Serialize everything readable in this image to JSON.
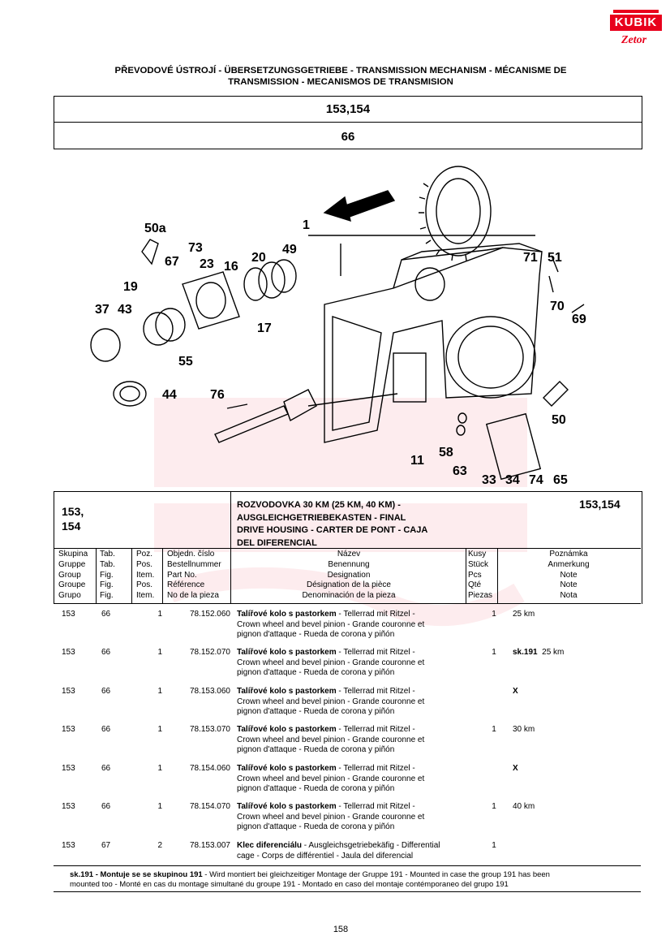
{
  "logo": {
    "brand": "KUBIK",
    "sub": "Zetor"
  },
  "header": {
    "title_line1": "PŘEVODOVÉ ÚSTROJÍ - ÜBERSETZUNGSGETRIEBE - TRANSMISSION MECHANISM - MÉCANISME DE",
    "title_line2": "TRANSMISSION - MECANISMOS DE TRANSMISION"
  },
  "model_box": {
    "models": "153,154",
    "figure": "66"
  },
  "diagram": {
    "positions": [
      "1",
      "50a",
      "73",
      "67",
      "23",
      "16",
      "20",
      "49",
      "19",
      "37",
      "43",
      "17",
      "55",
      "44",
      "76",
      "71",
      "51",
      "70",
      "69",
      "50",
      "58",
      "63",
      "11",
      "33",
      "34",
      "74",
      "65"
    ]
  },
  "group": {
    "code_line1": "153,",
    "code_line2": "154",
    "code_right": "153,154",
    "title_lines": [
      "ROZVODOVKA 30 KM (25 KM, 40 KM) -",
      "AUSGLEICHGETRIEBEKASTEN - FINAL",
      "DRIVE HOUSING - CARTER DE PONT - CAJA",
      "DEL DIFERENCIAL"
    ]
  },
  "columns": {
    "group": [
      "Skupina",
      "Gruppe",
      "Group",
      "Groupe",
      "Grupo"
    ],
    "tab": [
      "Tab.",
      "Tab.",
      "Fig.",
      "Fig.",
      "Fig."
    ],
    "pos": [
      "Poz.",
      "Pos.",
      "Item.",
      "Pos.",
      "Item."
    ],
    "part_no": [
      "Objedn. číslo",
      "Bestellnummer",
      "Part No.",
      "Référence",
      "No de la pieza"
    ],
    "designation": [
      "Název",
      "Benennung",
      "Designation",
      "Désignation de la pièce",
      "Denominación de la pieza"
    ],
    "pcs": [
      "Kusy",
      "Stück",
      "Pcs",
      "Qté",
      "Piezas"
    ],
    "note": [
      "Poznámka",
      "Anmerkung",
      "Note",
      "Note",
      "Nota"
    ]
  },
  "parts": [
    {
      "group": "153",
      "tab": "66",
      "pos": "1",
      "part_no": "78.152.060",
      "name_cz": "Talířové kolo s pastorkem",
      "desc_rest": " - Tellerrad mit Ritzel -",
      "desc_line2": "Crown wheel and bevel pinion - Grande couronne et",
      "desc_line3": "pignon d'attaque - Rueda de corona y piñón",
      "pcs": "1",
      "note": "25 km"
    },
    {
      "group": "153",
      "tab": "66",
      "pos": "1",
      "part_no": "78.152.070",
      "name_cz": "Talířové kolo s pastorkem",
      "desc_rest": " - Tellerrad mit Ritzel -",
      "desc_line2": "Crown wheel and bevel pinion - Grande couronne et",
      "desc_line3": "pignon d'attaque - Rueda de corona y piñón",
      "pcs": "1",
      "note_bold": "sk.191",
      "note": "25 km"
    },
    {
      "group": "153",
      "tab": "66",
      "pos": "1",
      "part_no": "78.153.060",
      "name_cz": "Talířové kolo s pastorkem",
      "desc_rest": " - Tellerrad mit Ritzel -",
      "desc_line2": "Crown wheel and bevel pinion - Grande couronne et",
      "desc_line3": "pignon d'attaque - Rueda de corona y piñón",
      "pcs": "",
      "note_bold": "X",
      "note": ""
    },
    {
      "group": "153",
      "tab": "66",
      "pos": "1",
      "part_no": "78.153.070",
      "name_cz": "Talířové kolo s pastorkem",
      "desc_rest": " - Tellerrad mit Ritzel -",
      "desc_line2": "Crown wheel and bevel pinion - Grande couronne et",
      "desc_line3": "pignon d'attaque - Rueda de corona y piñón",
      "pcs": "1",
      "note": "30 km"
    },
    {
      "group": "153",
      "tab": "66",
      "pos": "1",
      "part_no": "78.154.060",
      "name_cz": "Talířové kolo s pastorkem",
      "desc_rest": " - Tellerrad mit Ritzel -",
      "desc_line2": "Crown wheel and bevel pinion - Grande couronne et",
      "desc_line3": "pignon d'attaque - Rueda de corona y piñón",
      "pcs": "",
      "note_bold": "X",
      "note": ""
    },
    {
      "group": "153",
      "tab": "66",
      "pos": "1",
      "part_no": "78.154.070",
      "name_cz": "Talířové kolo s pastorkem",
      "desc_rest": " - Tellerrad mit Ritzel -",
      "desc_line2": "Crown wheel and bevel pinion - Grande couronne et",
      "desc_line3": "pignon d'attaque - Rueda de corona y piñón",
      "pcs": "1",
      "note": "40 km"
    },
    {
      "group": "153",
      "tab": "67",
      "pos": "2",
      "part_no": "78.153.007",
      "name_cz": "Klec diferenciálu",
      "desc_rest": " - Ausgleichsgetriebekäfig - Differential",
      "desc_line2": "cage - Corps de différentiel - Jaula del diferencial",
      "desc_line3": "",
      "pcs": "1",
      "note": ""
    }
  ],
  "footnote": {
    "bold": "sk.191 - Montuje se se skupinou 191",
    "rest": " - Wird montiert bei gleichzeitiger Montage der Gruppe 191 - Mounted in case the group 191 has been",
    "line2": "mounted too - Monté en cas du montage simultané du groupe 191 - Montado en caso del montaje contémporaneo del grupo 191"
  },
  "page_number": "158"
}
